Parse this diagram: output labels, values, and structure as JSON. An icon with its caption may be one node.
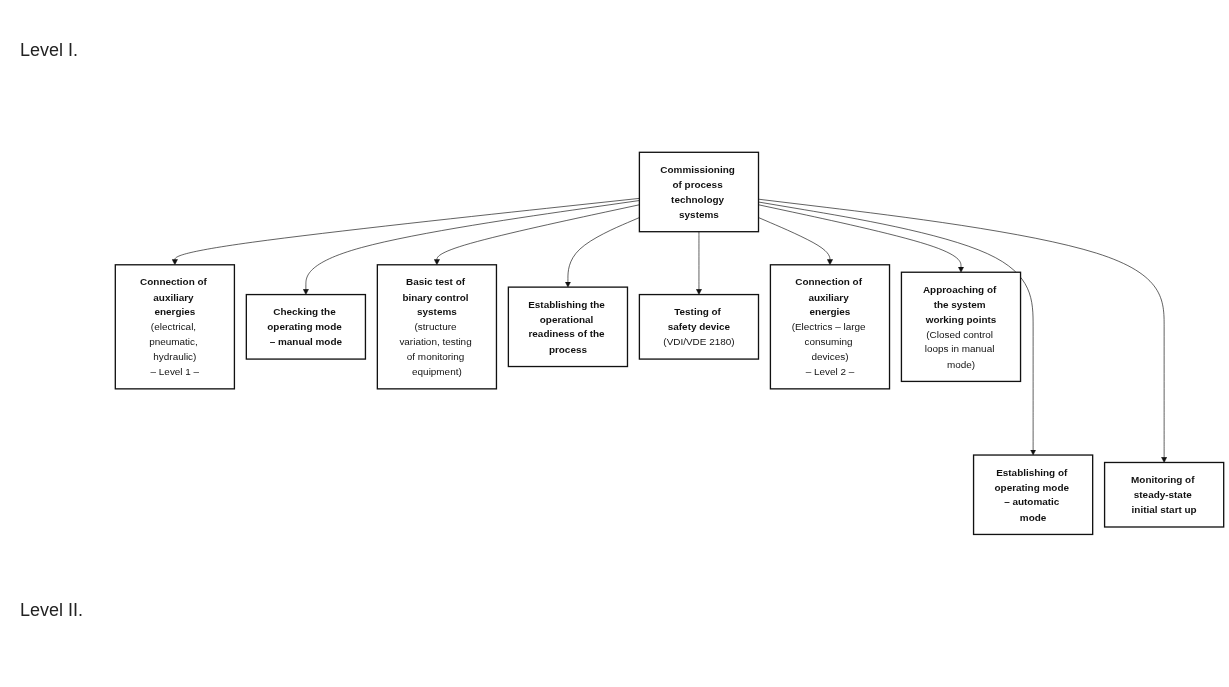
{
  "diagram": {
    "nodes": [
      {
        "text": [
          "Commissioning of process technology systems"
        ]
      },
      {
        "text": [
          "Connection of auxiliary energies",
          "(electrical, pneumatic, hydraulic)",
          "– Level 1 –"
        ]
      },
      {
        "text": [
          "Checking the operating mode – manual mode"
        ]
      },
      {
        "text": [
          "Basic test of binary control systems",
          "(structure variation, testing of monitoring equipment)"
        ]
      },
      {
        "text": [
          "Establishing the operational readiness of the process"
        ]
      },
      {
        "text": [
          "Testing of safety device",
          "(VDI/VDE 2180)"
        ]
      },
      {
        "text": [
          "Connection of auxiliary energies",
          "(Electrics – large consuming devices)",
          "– Level 2 –"
        ]
      },
      {
        "text": [
          "Approaching of the system working points",
          "(Closed control loops in manual mode)"
        ]
      },
      {
        "text": [
          "Establishing of operating mode – automatic mode"
        ]
      },
      {
        "text": [
          "Monitoring of steady-state initial start up"
        ]
      }
    ],
    "edges": [
      {
        "from": 0,
        "to": 1,
        "arrow": "to"
      },
      {
        "from": 0,
        "to": 2,
        "arrow": "to"
      },
      {
        "from": 0,
        "to": 3,
        "arrow": "to"
      },
      {
        "from": 0,
        "to": 4,
        "arrow": "to"
      },
      {
        "from": 0,
        "to": 5,
        "arrow": "to"
      },
      {
        "from": 0,
        "to": 6,
        "arrow": "to"
      },
      {
        "from": 0,
        "to": 7,
        "arrow": "to"
      },
      {
        "from": 0,
        "to": 8,
        "arrow": "to"
      },
      {
        "from": 0,
        "to": 9,
        "arrow": "to"
      }
    ],
    "labels": [
      "Level I.",
      "Level II."
    ]
  }
}
